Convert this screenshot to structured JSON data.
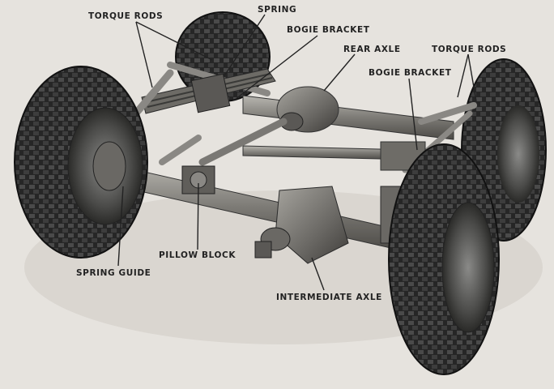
{
  "figure": {
    "labels": {
      "torque_rods_left": "TORQUE RODS",
      "spring": "SPRING",
      "bogie_bracket_top": "BOGIE BRACKET",
      "rear_axle": "REAR AXLE",
      "torque_rods_right": "TORQUE RODS",
      "bogie_bracket_right": "BOGIE BRACKET",
      "pillow_block": "PILLOW BLOCK",
      "spring_guide": "SPRING GUIDE",
      "intermediate_axle": "INTERMEDIATE AXLE"
    }
  }
}
